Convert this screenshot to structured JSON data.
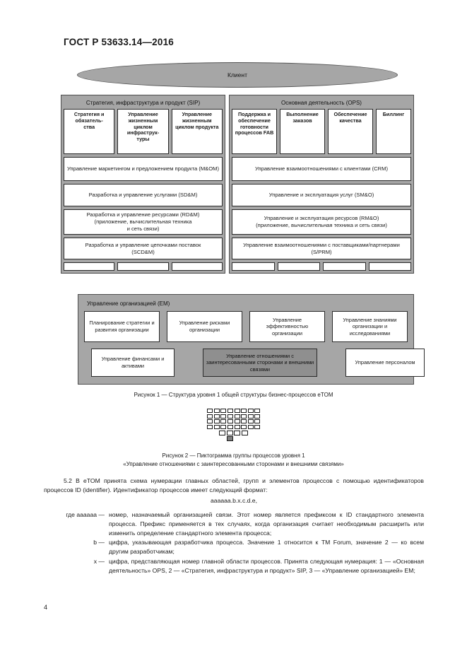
{
  "header": {
    "standard_id": "ГОСТ Р 53633.14—2016"
  },
  "figure1": {
    "client_label": "Клиент",
    "sip": {
      "title": "Стратегия, инфраструктура и продукт (SIP)",
      "top_boxes": [
        "Стратегия и обязатель-\nства",
        "Управление жизненным циклом инфраструк-\nтуры",
        "Управление жизненным циклом продукта"
      ],
      "bands": [
        "Управление маркетингом и предложением продукта (M&OM)",
        "Разработка и управление услугами (SD&M)",
        "Разработка и управление ресурсами (RD&M)\n(приложение, вычислительная техника\nи сеть связи)",
        "Разработка и управление цепочками поставок\n(SCD&M)"
      ],
      "stub_count": 3
    },
    "ops": {
      "title": "Основная деятельность (OPS)",
      "top_boxes": [
        "Поддержка и обеспечение готовности процессов FAB",
        "Выполнение заказов",
        "Обеспечение качества",
        "Биллинг"
      ],
      "bands": [
        "Управление взаимоотношениями с клиентами (CRM)",
        "Управление и эксплуатация услуг (SM&O)",
        "Управление и эксплуатация ресурсов (RM&O)\n(приложение, вычислительная техника и сеть связи)",
        "Управление взаимоотношениями с поставщиками/партнерами\n(S/PRM)"
      ],
      "stub_count": 4
    },
    "em": {
      "title": "Управление организацией (EM)",
      "row1": [
        "Планирование стратегии и развития организации",
        "Управление рисками организации",
        "Управление эффективностью организации",
        "Управление знаниями организации и исследованиями"
      ],
      "row2": [
        "Управление финансами и активами",
        "Управление отношениями с заинтересованными сторонами и внешними связями",
        "Управление персоналом"
      ]
    },
    "caption": "Рисунок 1 — Структура уровня 1 общей структуры бизнес-процессов eTOM"
  },
  "figure2": {
    "caption_line1": "Рисунок 2 — Пиктограмма группы процессов уровня 1",
    "caption_line2": "«Управление отношениями с заинтересованными сторонами и внешними связями»"
  },
  "body": {
    "para_5_2": "5.2  В eTOM принята схема нумерации главных областей, групп и элементов процессов с помощью идентификаторов процессов ID (identifier). Идентификатор процессов имеет следующий формат:",
    "formula": "aaaaaa.b.x.c.d.e,",
    "definitions": [
      {
        "term": "где аaaaaa —",
        "text": "номер, назначаемый организацией связи. Этот номер является префиксом к ID стандартного элемента процесса. Префикс применяется в тех случаях, когда организация считает необходимым расширить или изменить определение стандартного элемента процесса;"
      },
      {
        "term": "b —",
        "text": "цифра, указывающая разработчика процесса. Значение 1 относится к TM Forum, значение 2 — ко всем другим разработчикам;"
      },
      {
        "term": "x —",
        "text": "цифра, представляющая номер главной области процессов. Принята следующая нумерация: 1 — «Основная деятельность» OPS, 2 — «Стратегия, инфраструктура и продукт» SIP, 3 — «Управление организацией» EM;"
      }
    ],
    "page_number": "4"
  },
  "colors": {
    "panel_gray": "#a6a6a6",
    "highlight_gray": "#8f8f8f",
    "box_white": "#ffffff",
    "border": "#2b2b2b"
  }
}
